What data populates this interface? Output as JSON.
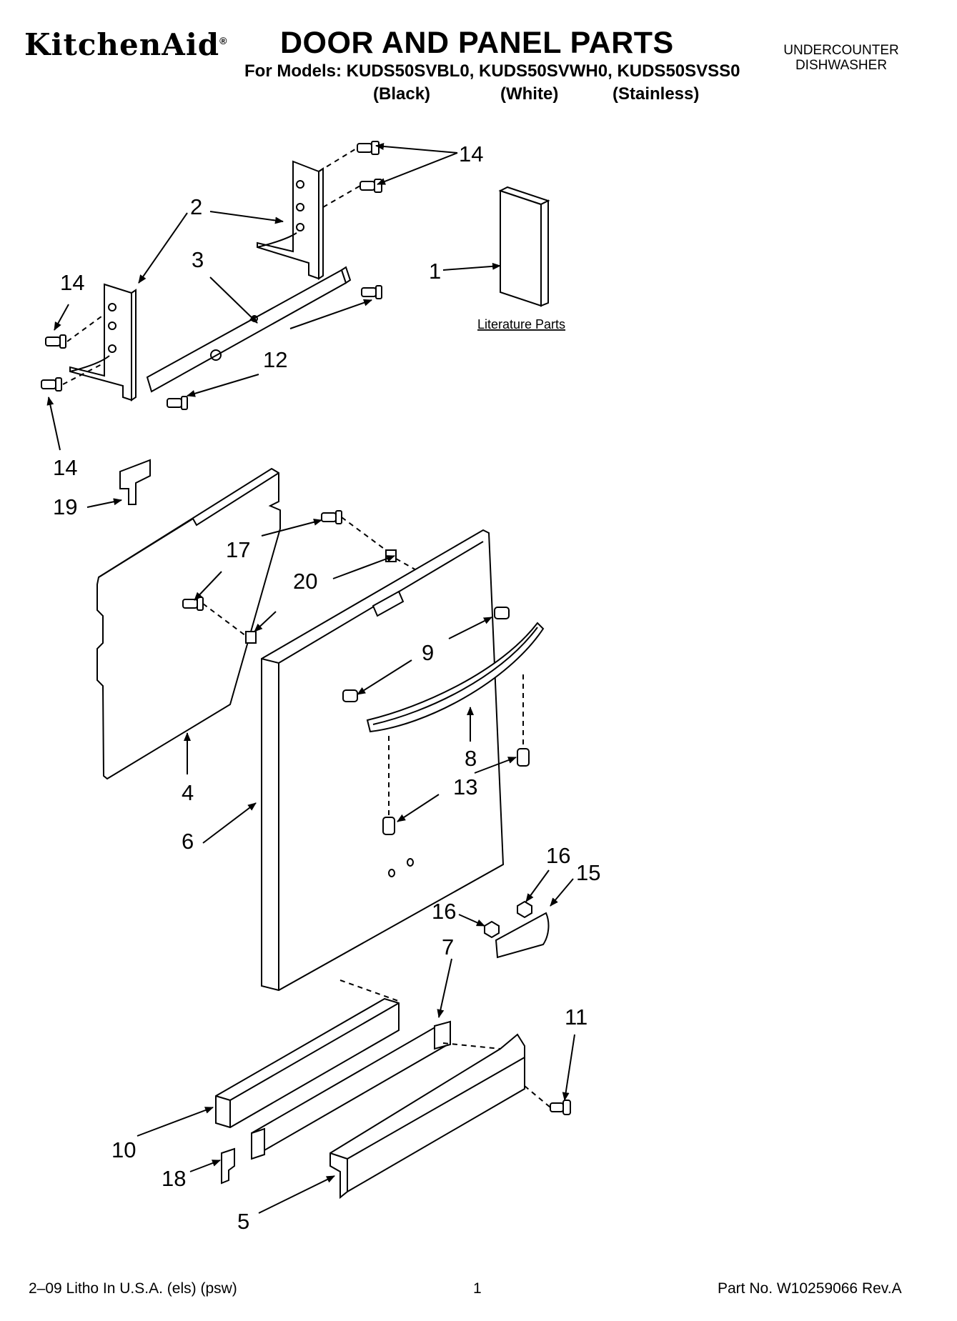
{
  "header": {
    "brand": "KitchenAid",
    "brand_mark": "®",
    "title": "DOOR AND PANEL PARTS",
    "models": "For Models: KUDS50SVBL0, KUDS50SVWH0, KUDS50SVSS0",
    "finishes": [
      "(Black)",
      "(White)",
      "(Stainless)"
    ],
    "product_line1": "UNDERCOUNTER",
    "product_line2": "DISHWASHER"
  },
  "diagram": {
    "literature_label": "Literature Parts",
    "callouts": [
      "14",
      "14",
      "2",
      "3",
      "1",
      "14",
      "12",
      "14",
      "19",
      "17",
      "20",
      "9",
      "8",
      "4",
      "13",
      "6",
      "16",
      "15",
      "16",
      "7",
      "11",
      "10",
      "18",
      "5"
    ]
  },
  "footer": {
    "left": "2–09 Litho In U.S.A. (els) (psw)",
    "page": "1",
    "part_no": "Part No. W10259066 Rev.A"
  }
}
